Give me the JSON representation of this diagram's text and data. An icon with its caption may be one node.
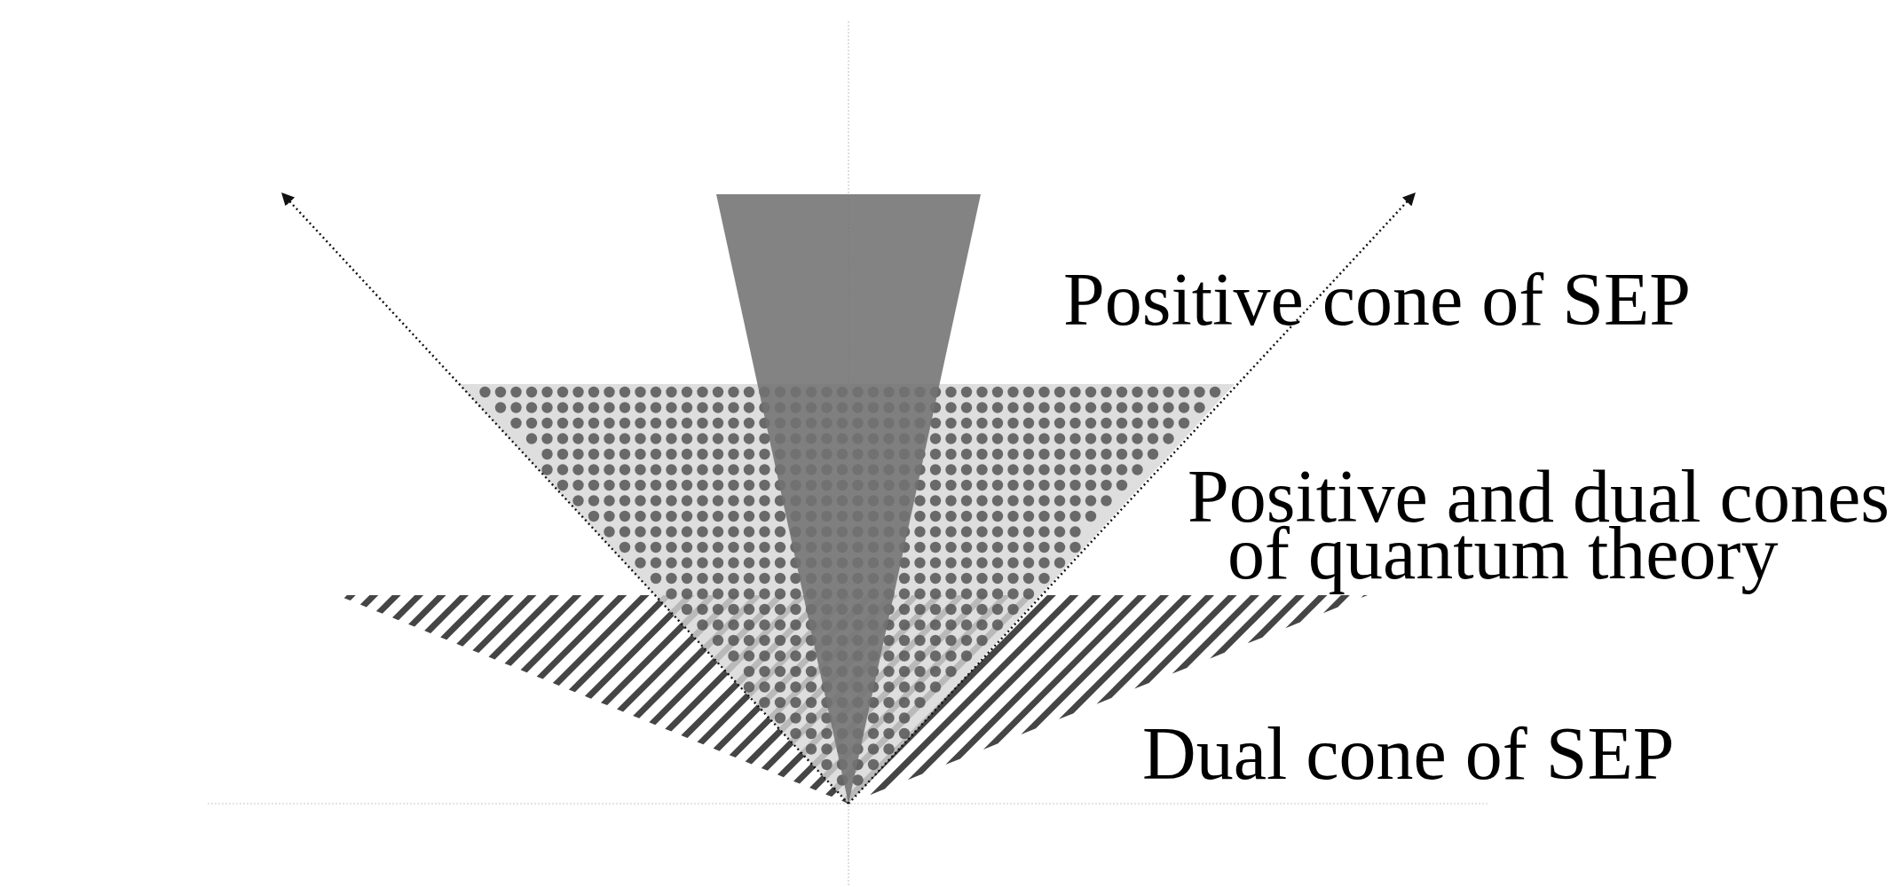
{
  "diagram": {
    "labels": [
      "Positive cone of SEP",
      "Positive and dual cones of quantum theory",
      "Dual cone of SEP"
    ]
  }
}
